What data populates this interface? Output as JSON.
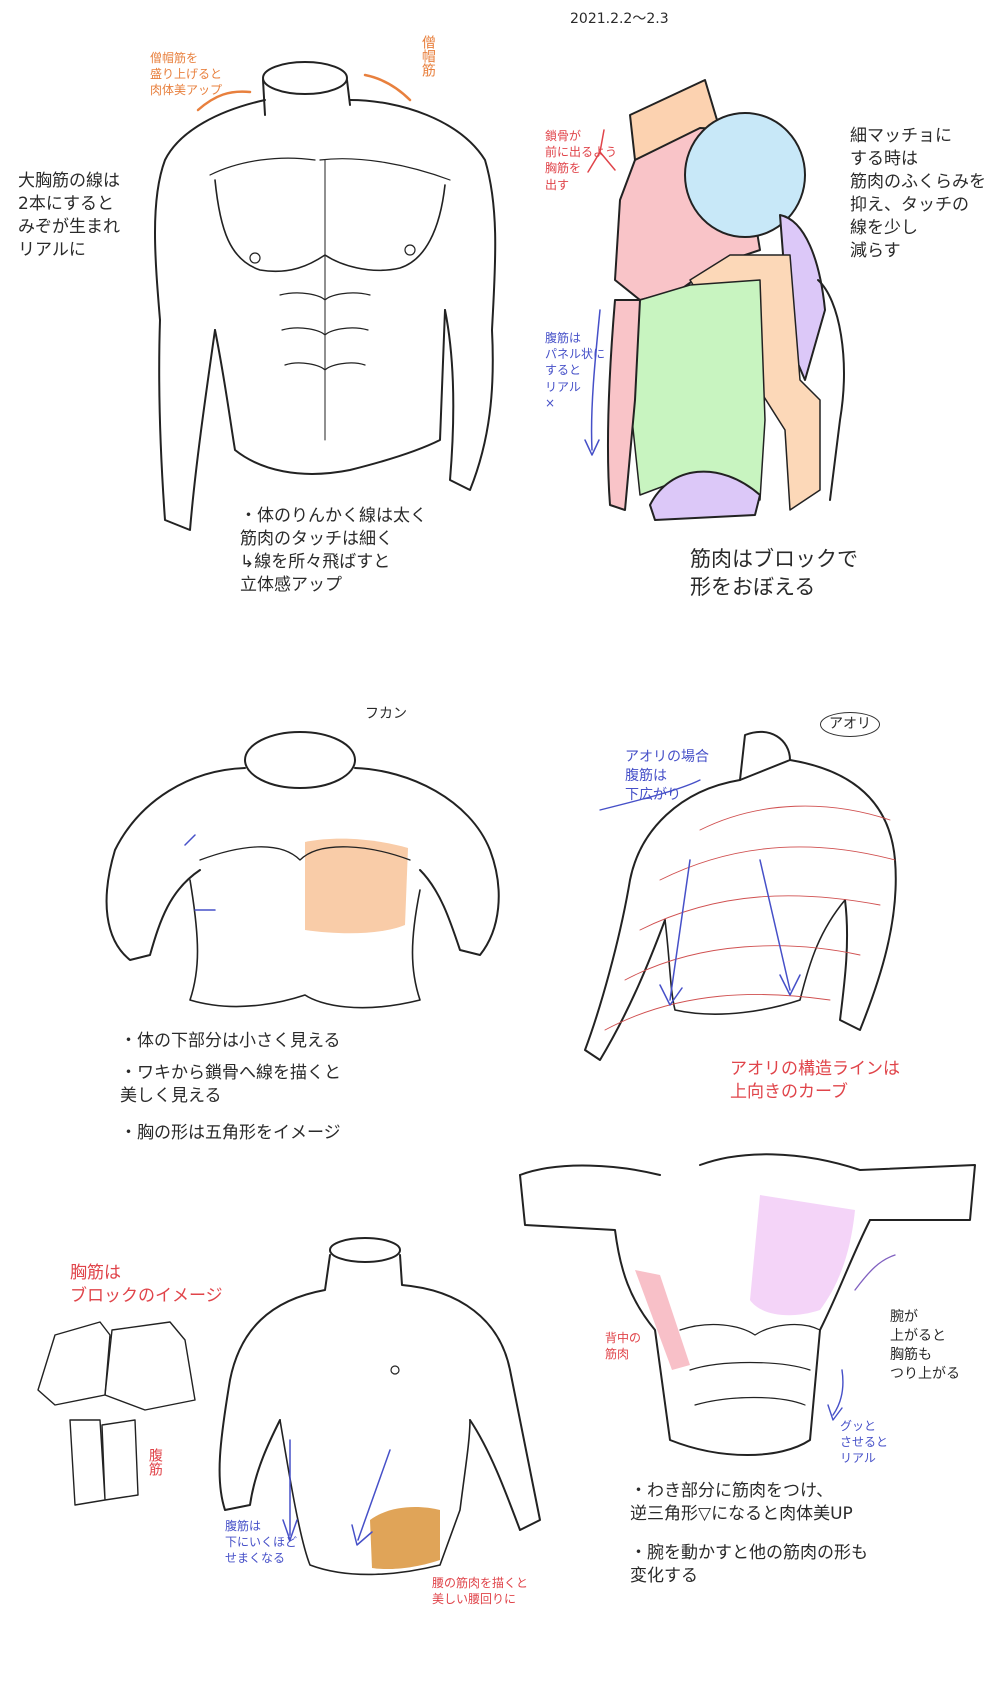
{
  "date": "2021.2.2〜2.3",
  "sketch1": {
    "trapezius_note": "僧帽筋を\n盛り上げると\n肉体美アップ",
    "trapezius_label": "僧帽筋",
    "pectoral_note": "大胸筋の線は\n2本にすると\nみぞが生まれ\nリアルに",
    "line_notes": "・体のりんかく線は太く\n筋肉のタッチは細く\n↳線を所々飛ばすと\n立体感アップ"
  },
  "sketch2": {
    "clavicle_note": "鎖骨が\n前に出るよう\n胸筋を\n出す",
    "slim_note": "細マッチョに\nする時は\n筋肉のふくらみを\n抑え、タッチの\n線を少し\n減らす",
    "abs_note": "腹筋は\nパネル状に\nすると\nリアル\n×",
    "block_note": "筋肉はブロックで\n形をおぼえる",
    "colors": {
      "neck": "#fcd2b0",
      "pec": "#f9c4c8",
      "shoulder": "#c8e8f8",
      "abs": "#c8f4c0",
      "arm_purple": "#dcc8f8",
      "forearm": "#fcd8b8"
    }
  },
  "sketch3": {
    "view_label": "フカン",
    "notes": [
      "・体の下部分は小さく見える",
      "・ワキから鎖骨へ線を描くと\n美しく見える",
      "・胸の形は五角形をイメージ"
    ],
    "highlight_color": "#f9cca8"
  },
  "sketch4": {
    "view_label": "アオリ",
    "abs_note": "アオリの場合\n腹筋は\n下広がり",
    "structure_note": "アオリの構造ラインは\n上向きのカーブ"
  },
  "sketch5": {
    "pec_block_note": "胸筋は\nブロックのイメージ",
    "abs_label": "腹筋",
    "abs_narrow_note": "腹筋は\n下にいくほど\nせまくなる",
    "waist_note": "腰の筋肉を描くと\n美しい腰回りに",
    "waist_color": "#e0a458"
  },
  "sketch6": {
    "back_note": "背中の\n筋肉",
    "arm_note": "腕が\n上がると\n胸筋も\nつり上がる",
    "tight_note": "グッと\nさせると\nリアル",
    "notes": [
      "・わき部分に筋肉をつけ、\n逆三角形▽になると肉体美UP",
      "・腕を動かすと他の筋肉の形も\n変化する"
    ],
    "pec_color": "#f4d4f8",
    "back_color": "#f8c0c8"
  }
}
